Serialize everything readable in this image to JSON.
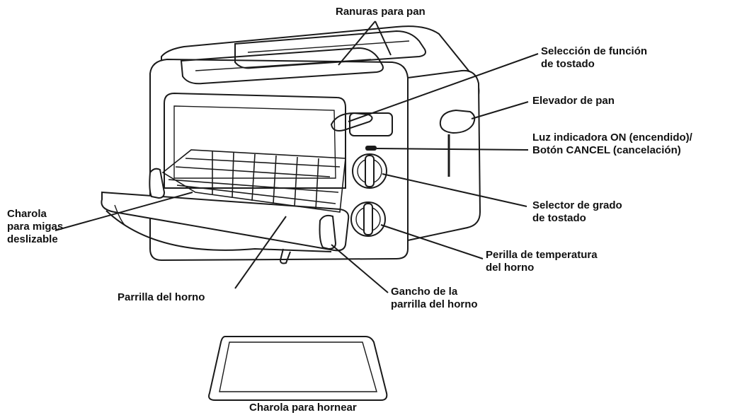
{
  "labels": {
    "bread_slots": "Ranuras para pan",
    "toast_function": "Selección de función\nde tostado",
    "bread_lifter": "Elevador de pan",
    "on_light": "Luz indicadora ON (encendido)/\nBotón CANCEL (cancelación)",
    "crumb_tray": "Charola\npara migas\ndeslizable",
    "toast_shade": "Selector de grado\nde tostado",
    "oven_temp": "Perilla de temperatura\ndel horno",
    "oven_rack": "Parrilla del horno",
    "rack_hook": "Gancho de la\nparrilla del horno",
    "baking_pan": "Charola para hornear"
  }
}
